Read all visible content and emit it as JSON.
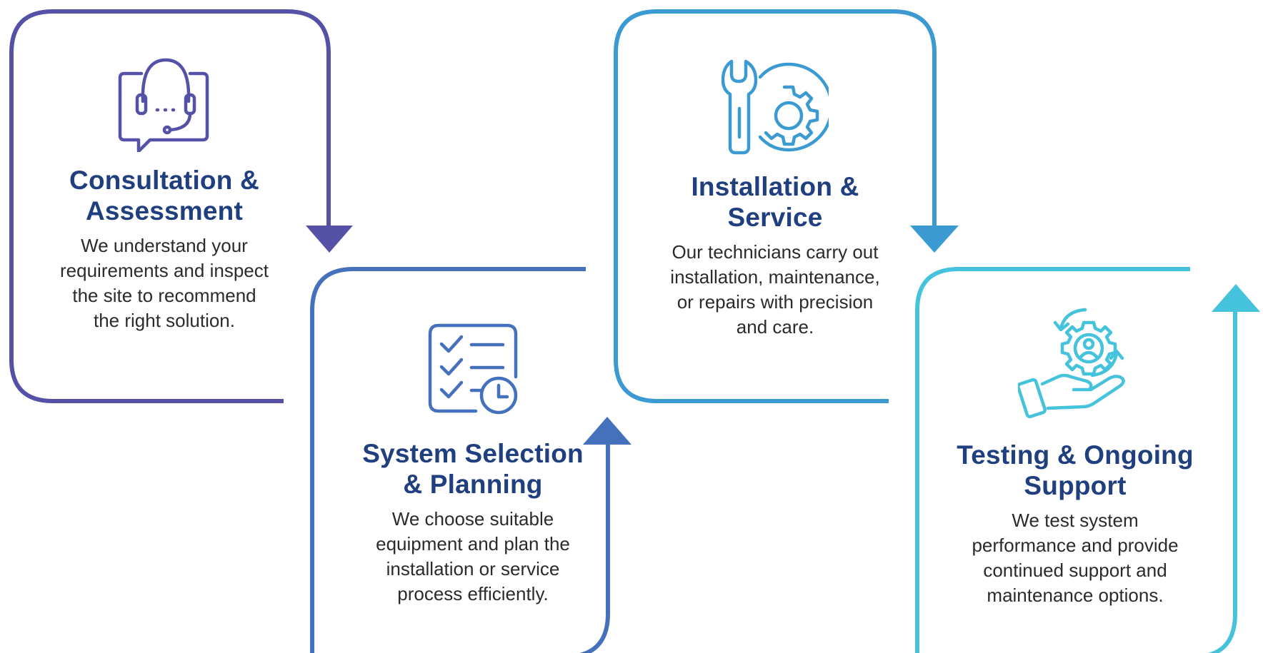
{
  "colors": {
    "step1": "#5451a6",
    "step2": "#4470bc",
    "step3": "#3c9ad2",
    "step4": "#45c3dc",
    "title": "#1f3f7e",
    "body_text": "#2b2b2b",
    "background": "#ffffff"
  },
  "steps": [
    {
      "icon": "headset-chat-icon",
      "title_line1": "Consultation &",
      "title_line2": "Assessment",
      "desc_lines": [
        "We understand your",
        "requirements and inspect",
        "the site to recommend",
        "the right solution."
      ]
    },
    {
      "icon": "checklist-clock-icon",
      "title_line1": "System Selection",
      "title_line2": "& Planning",
      "desc_lines": [
        "We choose suitable",
        "equipment and plan the",
        "installation or service",
        "process efficiently."
      ]
    },
    {
      "icon": "wrench-gear-icon",
      "title_line1": "Installation &",
      "title_line2": "Service",
      "desc_lines": [
        "Our technicians carry out",
        "installation, maintenance,",
        "or repairs with precision",
        "and care."
      ]
    },
    {
      "icon": "hand-gear-support-icon",
      "title_line1": "Testing & Ongoing",
      "title_line2": "Support",
      "desc_lines": [
        "We test system",
        "performance and provide",
        "continued support and",
        "maintenance options."
      ]
    }
  ]
}
